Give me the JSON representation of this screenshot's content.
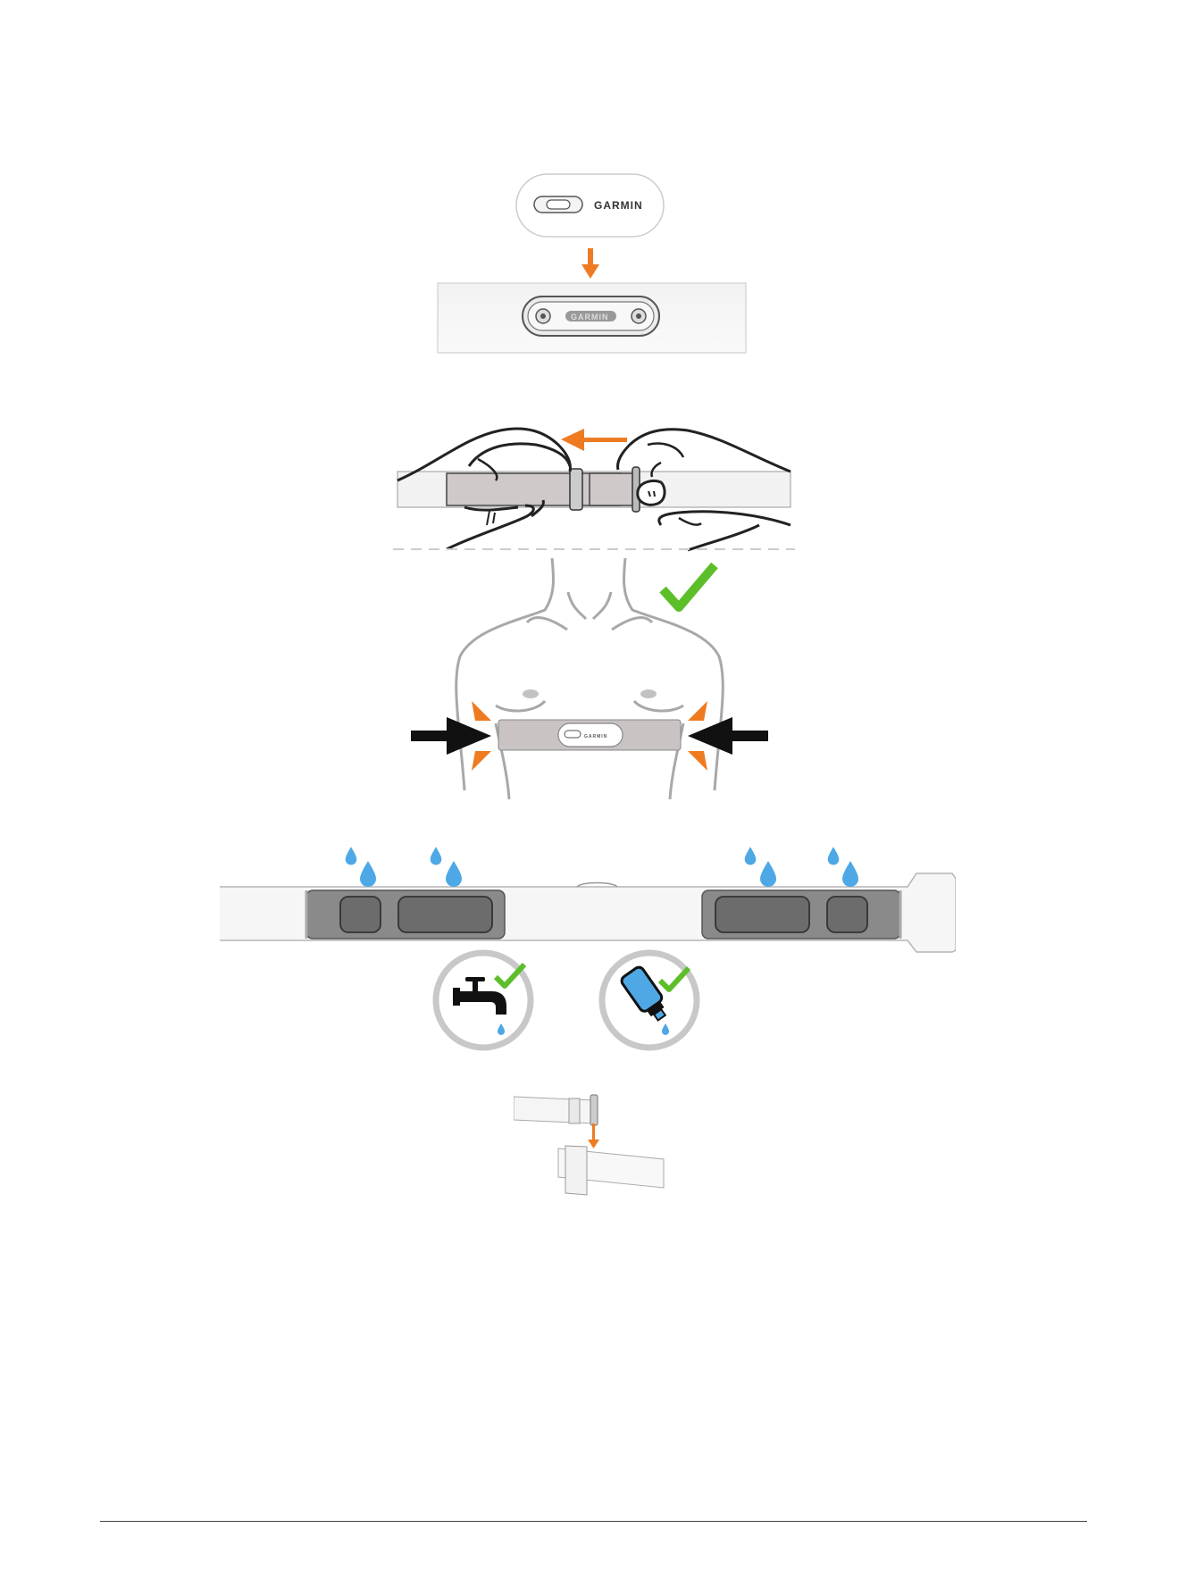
{
  "document": {
    "brand_name_on_pod": "GARMIN",
    "brand_name_on_strap_module": "GARMIN",
    "brand_name_on_worn_strap": "GARMIN"
  },
  "colors": {
    "accent_orange": "#ee7b22",
    "check_green": "#5cbf2a",
    "water_blue": "#4ea8e6",
    "arrow_black": "#111111",
    "strap_gray": "#c9c3c3",
    "electrode_gray": "#7b7b7b",
    "line_gray": "#8a8a8a"
  },
  "icons": [
    "orange-down-arrow-icon",
    "orange-left-arrow-icon",
    "green-checkmark-icon",
    "black-compression-arrow-icon",
    "orange-wedge-marker-icon",
    "water-droplet-icon",
    "faucet-icon",
    "water-bottle-icon",
    "orange-down-arrow-icon"
  ]
}
